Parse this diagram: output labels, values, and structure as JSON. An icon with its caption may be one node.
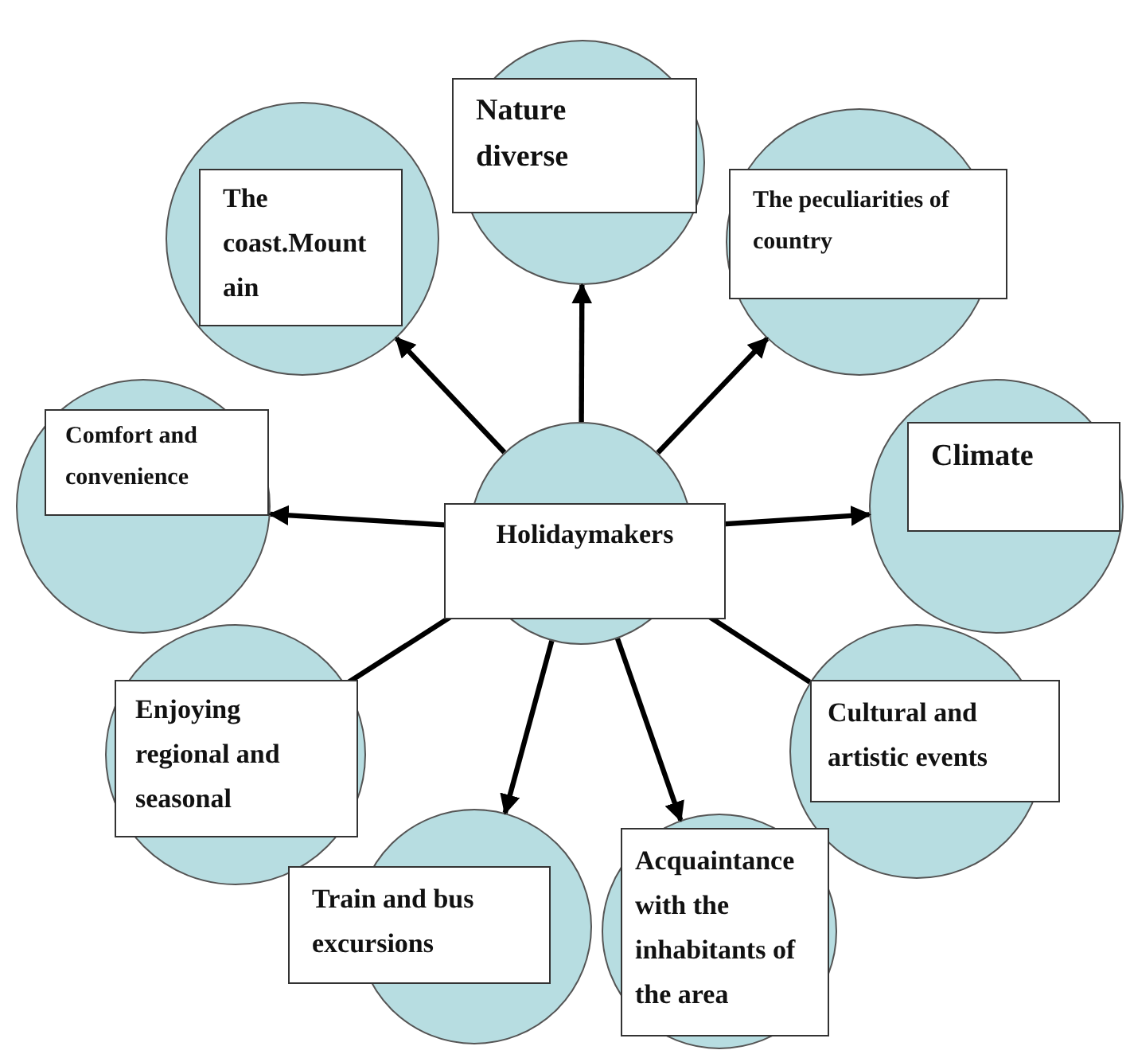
{
  "diagram": {
    "nodes": [
      {
        "text": [
          "Holidaymakers"
        ]
      },
      {
        "text": [
          "Nature diverse"
        ]
      },
      {
        "text": [
          "The coast.Mountain"
        ]
      },
      {
        "text": [
          "The peculiarities of country"
        ]
      },
      {
        "text": [
          "Comfort and convenience"
        ]
      },
      {
        "text": [
          "Climate"
        ]
      },
      {
        "text": [
          "Enjoying regional and seasonal"
        ]
      },
      {
        "text": [
          "Cultural and artistic events"
        ]
      },
      {
        "text": [
          "Train and bus excursions"
        ]
      },
      {
        "text": [
          "Acquaintance with the inhabitants of the area"
        ]
      }
    ],
    "edges": [
      {
        "from": 0,
        "to": 1,
        "arrow": "to"
      },
      {
        "from": 0,
        "to": 2,
        "arrow": "to"
      },
      {
        "from": 0,
        "to": 3,
        "arrow": "to"
      },
      {
        "from": 0,
        "to": 4,
        "arrow": "to"
      },
      {
        "from": 0,
        "to": 5,
        "arrow": "to"
      },
      {
        "from": 0,
        "to": 6,
        "arrow": "none"
      },
      {
        "from": 0,
        "to": 7,
        "arrow": "none"
      },
      {
        "from": 0,
        "to": 8,
        "arrow": "to"
      },
      {
        "from": 0,
        "to": 9,
        "arrow": "to"
      }
    ]
  }
}
